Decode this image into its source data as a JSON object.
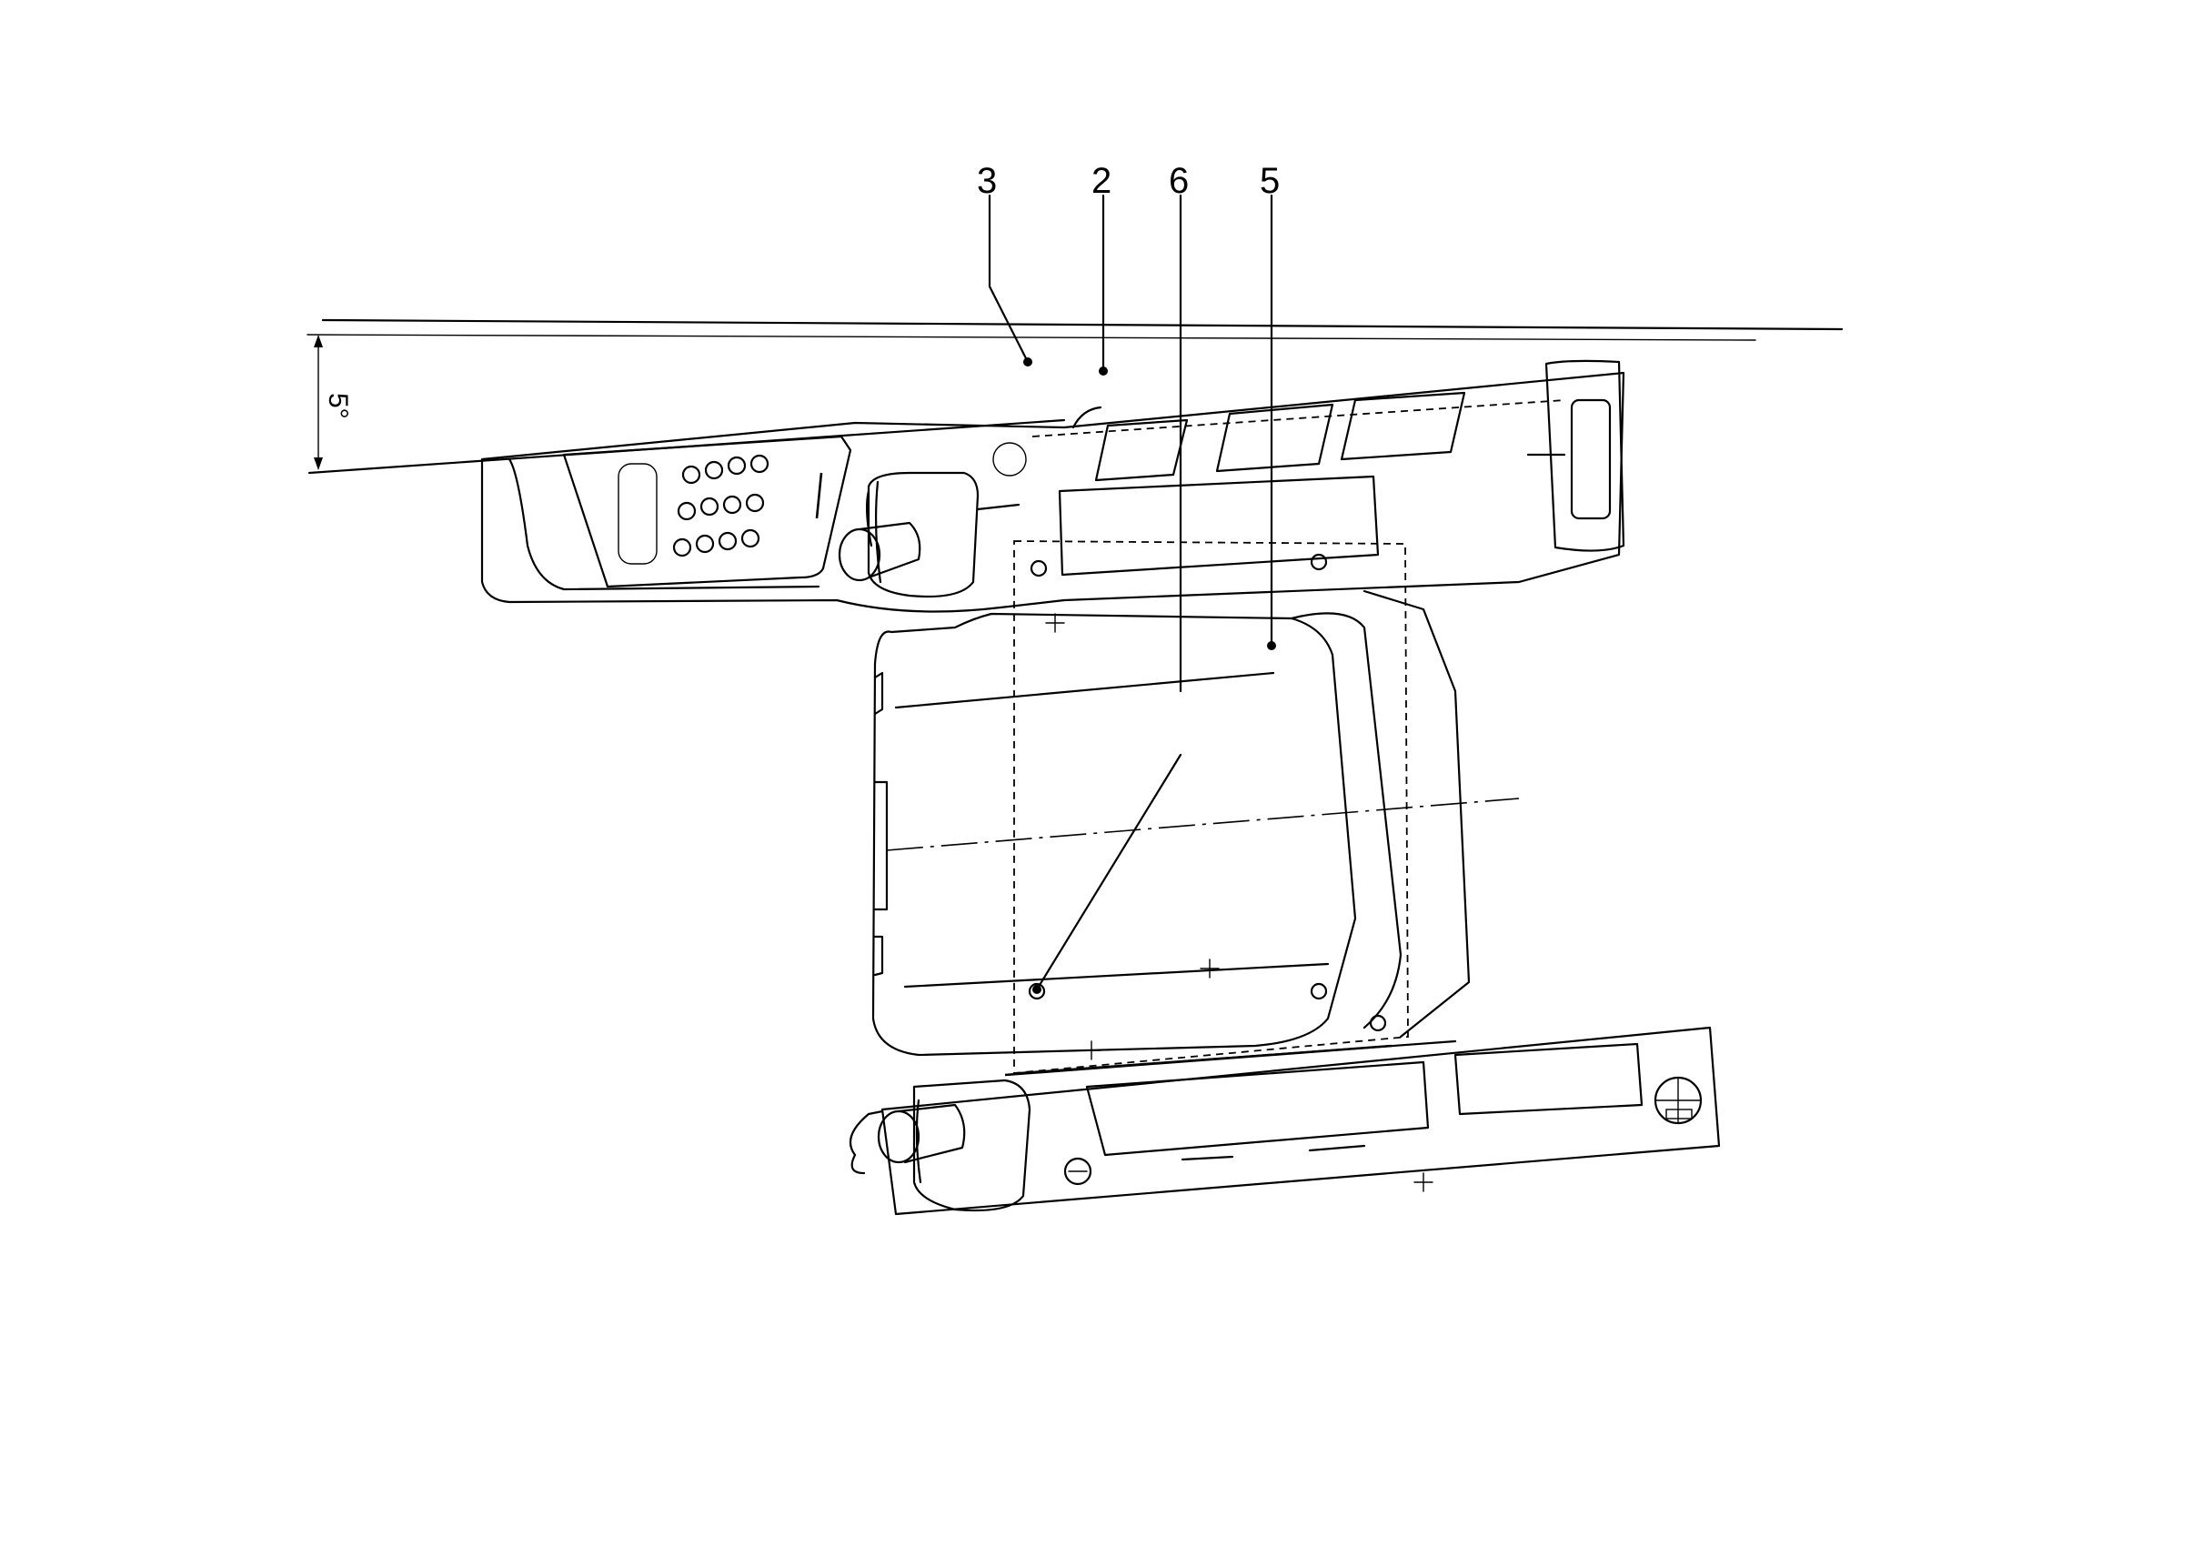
{
  "callouts": [
    {
      "id": "3",
      "label": "3"
    },
    {
      "id": "2",
      "label": "2"
    },
    {
      "id": "6",
      "label": "6"
    },
    {
      "id": "5",
      "label": "5"
    }
  ],
  "angle": {
    "label": "5°"
  }
}
